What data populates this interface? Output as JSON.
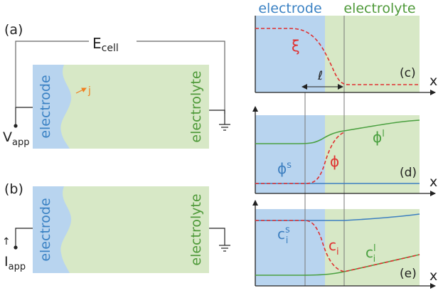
{
  "labels": {
    "panel_a": "(a)",
    "panel_b": "(b)",
    "panel_c": "(c)",
    "panel_d": "(d)",
    "panel_e": "(e)",
    "e_cell": "E",
    "e_cell_sub": "cell",
    "v_app": "V",
    "v_app_sub": "app",
    "i_app": "I",
    "i_app_sub": "app",
    "i_app_arrow": "↑",
    "electrode": "electrode",
    "electrolyte": "electrolyte",
    "flux_j": "j",
    "header_electrode": "electrode",
    "header_electrolyte": "electrolyte",
    "xi": "ξ",
    "ell": "ℓ",
    "x_axis": "x",
    "phi": "ϕ",
    "phi_s": "ϕ",
    "phi_s_sup": "s",
    "phi_l": "ϕ",
    "phi_l_sup": "l",
    "c_i": "c",
    "c_i_sub": "i",
    "c_i_s": "c",
    "c_i_s_sub": "i",
    "c_i_s_sup": "s",
    "c_i_l": "c",
    "c_i_l_sub": "i",
    "c_i_l_sup": "l"
  },
  "colors": {
    "electrode_fill": "#b8d4ef",
    "electrolyte_fill": "#d7e8c6",
    "electrode_text": "#3b82c4",
    "electrolyte_text": "#4f9a3a",
    "red": "#e03030",
    "green": "#4aa040",
    "blue": "#3d7fc0",
    "orange": "#f08020",
    "black": "#222222"
  }
}
